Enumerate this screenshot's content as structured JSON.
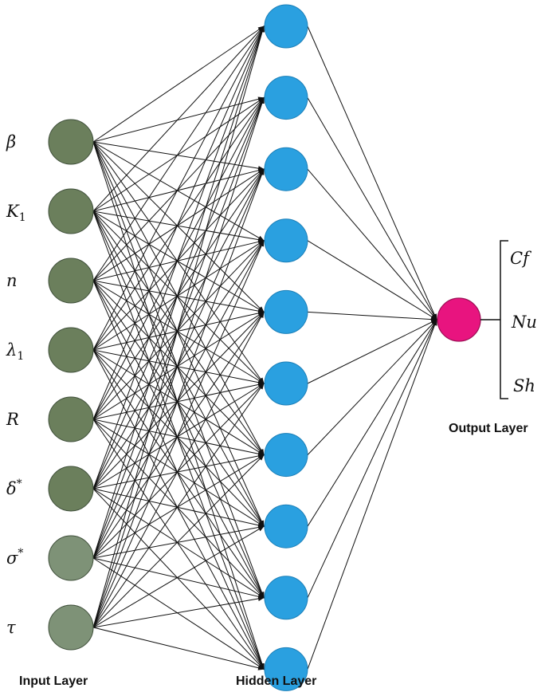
{
  "input_layer": {
    "label": "Input Layer",
    "nodes": [
      {
        "label": "β",
        "color": "#6b7f5c"
      },
      {
        "label": "K",
        "sub": "1",
        "color": "#6b7f5c"
      },
      {
        "label": "n",
        "color": "#6b7f5c"
      },
      {
        "label": "λ",
        "sub": "1",
        "color": "#6b7f5c"
      },
      {
        "label": "R",
        "color": "#6b7f5c"
      },
      {
        "label": "δ",
        "sup": "*",
        "color": "#6b7f5c"
      },
      {
        "label": "σ",
        "sup": "*",
        "color": "#7e9277"
      },
      {
        "label": "τ",
        "color": "#7e9277"
      }
    ]
  },
  "hidden_layer": {
    "label": "Hidden Layer",
    "node_count": 10,
    "color": "#2aa0e0"
  },
  "output_layer": {
    "label": "Output Layer",
    "color": "#e8147f",
    "outputs": [
      "Cf",
      "Nu",
      "Sh"
    ]
  }
}
